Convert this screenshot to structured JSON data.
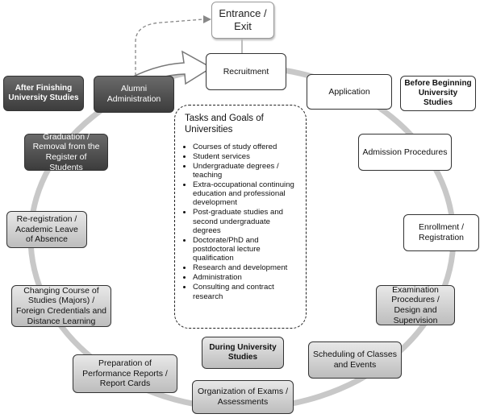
{
  "entrance_exit": "Entrance /\nExit",
  "cycle": {
    "recruitment": "Recruitment",
    "application": "Application",
    "admission": "Admission Procedures",
    "enrollment": "Enrollment /\nRegistration",
    "examination": "Examination\nProcedures /\nDesign and\nSupervision",
    "scheduling": "Scheduling of Classes\nand Events",
    "organization_exams": "Organization of Exams /\nAssessments",
    "performance_reports": "Preparation of\nPerformance Reports /\nReport Cards",
    "changing_course": "Changing Course of\nStudies (Majors) /\nForeign Credentials and\nDistance Learning",
    "reregistration": "Re-registration /\nAcademic Leave\nof Absence",
    "graduation": "Graduation /\nRemoval from the\nRegister of Students",
    "alumni": "Alumni\nAdministration"
  },
  "phases": {
    "before": "Before Beginning\nUniversity Studies",
    "during": "During University\nStudies",
    "after": "After Finishing\nUniversity Studies"
  },
  "center": {
    "title": "Tasks and Goals of\nUniversities",
    "items": [
      "Courses of study offered",
      "Student services",
      "Undergraduate degrees / teaching",
      "Extra-occupational continuing education and professional development",
      "Post-graduate studies and second undergraduate degrees",
      "Doctorate/PhD and postdoctoral lecture qualification",
      "Research and development",
      "Administration",
      "Consulting and contract research"
    ]
  },
  "colors": {
    "ring": "#c4c4c4",
    "dark_box": "#4a4a4a",
    "grey_box": "#cfcfcf"
  }
}
